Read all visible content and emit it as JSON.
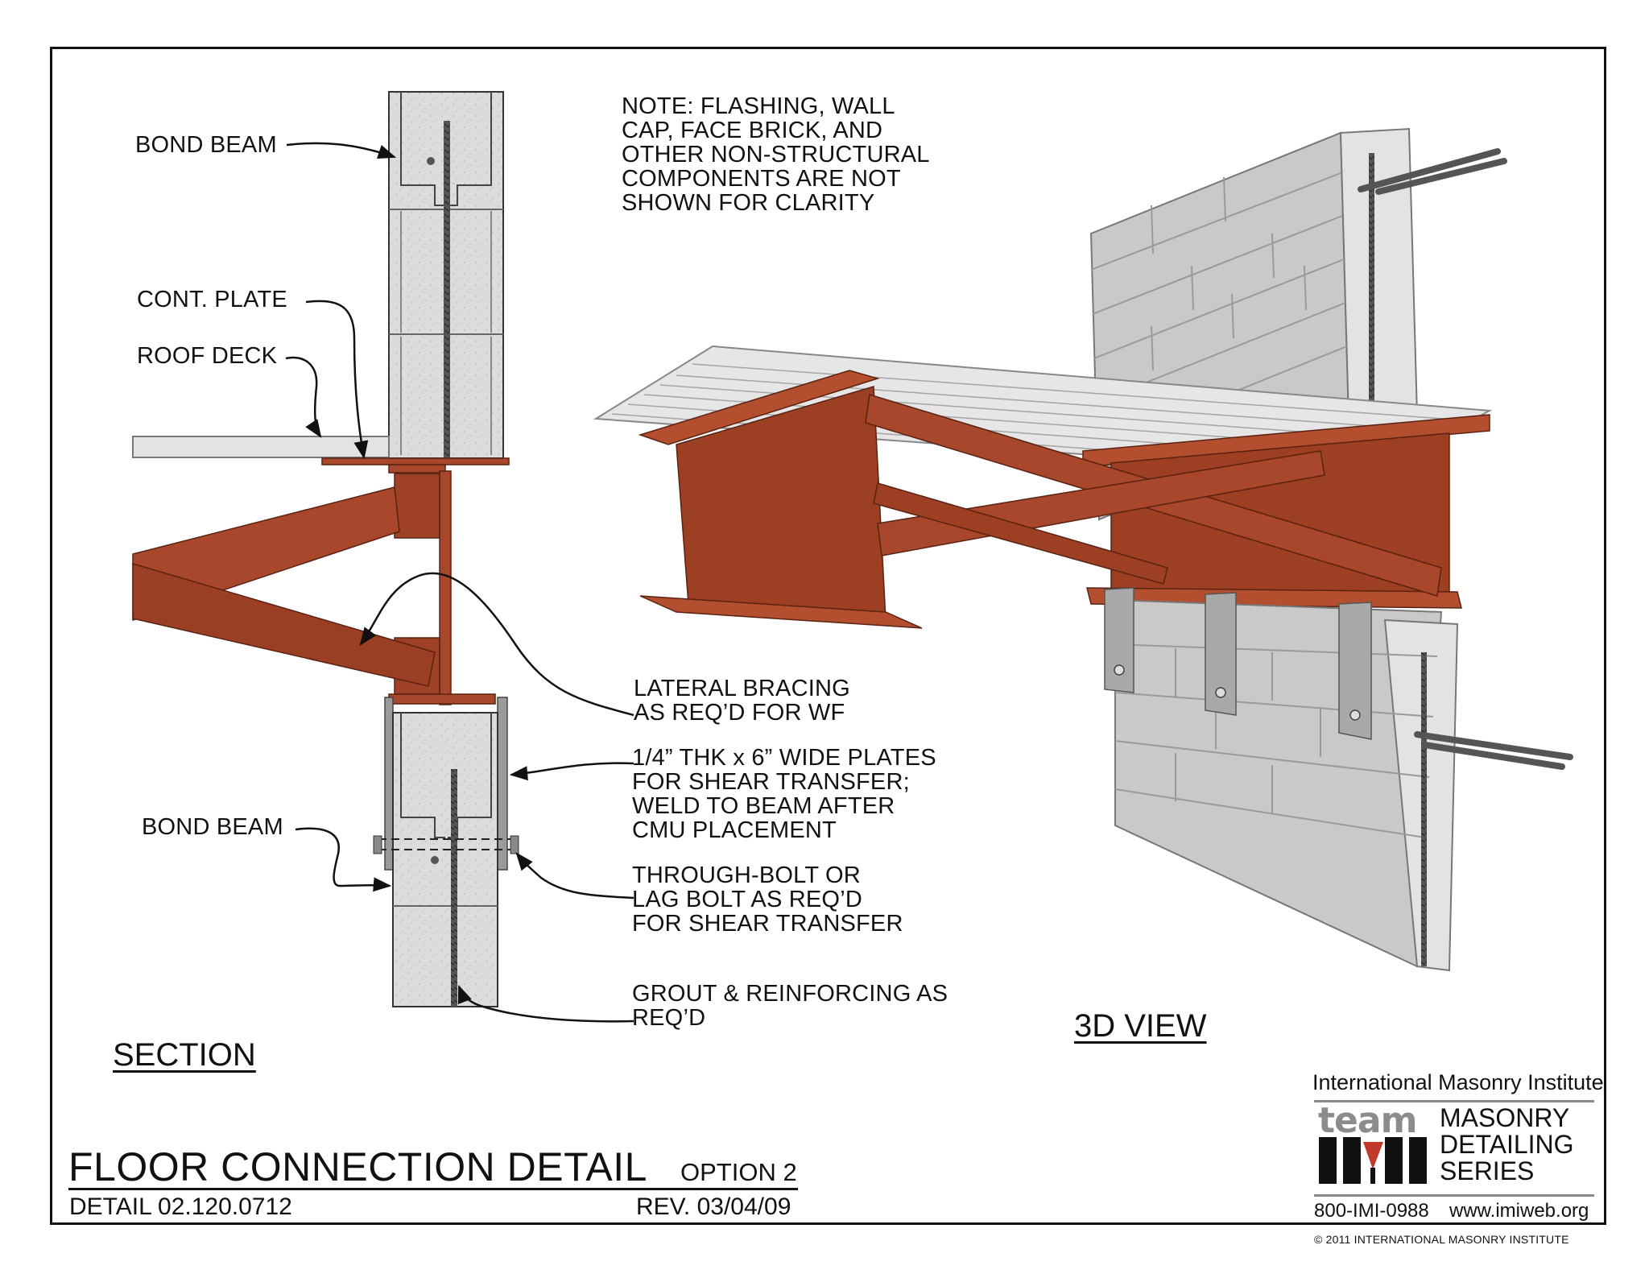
{
  "section": {
    "heading": "SECTION",
    "labels": {
      "bond_beam_top": "BOND BEAM",
      "cont_plate": "CONT. PLATE",
      "roof_deck": "ROOF DECK",
      "bond_beam_bottom": "BOND BEAM"
    }
  },
  "note": "NOTE: FLASHING, WALL\nCAP, FACE BRICK, AND\nOTHER NON-STRUCTURAL\nCOMPONENTS ARE NOT\nSHOWN FOR CLARITY",
  "callouts": {
    "lateral_bracing": "LATERAL BRACING\nAS REQ’D FOR WF",
    "plates": "1/4” THK x 6” WIDE PLATES\nFOR SHEAR TRANSFER;\nWELD TO BEAM AFTER\nCMU PLACEMENT",
    "bolt": "THROUGH-BOLT OR\nLAG BOLT AS REQ’D\nFOR SHEAR TRANSFER",
    "grout": "GROUT & REINFORCING AS\nREQ’D"
  },
  "view3d": {
    "heading": "3D VIEW"
  },
  "title_block": {
    "title": "FLOOR CONNECTION DETAIL",
    "option": "OPTION 2",
    "detail_number": "DETAIL 02.120.0712",
    "revision": "REV. 03/04/09"
  },
  "logo": {
    "organization": "International Masonry Institute",
    "team": "team",
    "series": "MASONRY\nDETAILING\nSERIES",
    "phone": "800-IMI-0988",
    "website": "www.imiweb.org"
  },
  "copyright": "© 2011 INTERNATIONAL MASONRY INSTITUTE",
  "colors": {
    "steel": "#a8472b",
    "concrete": "#d6d6d6",
    "line": "#111111"
  }
}
